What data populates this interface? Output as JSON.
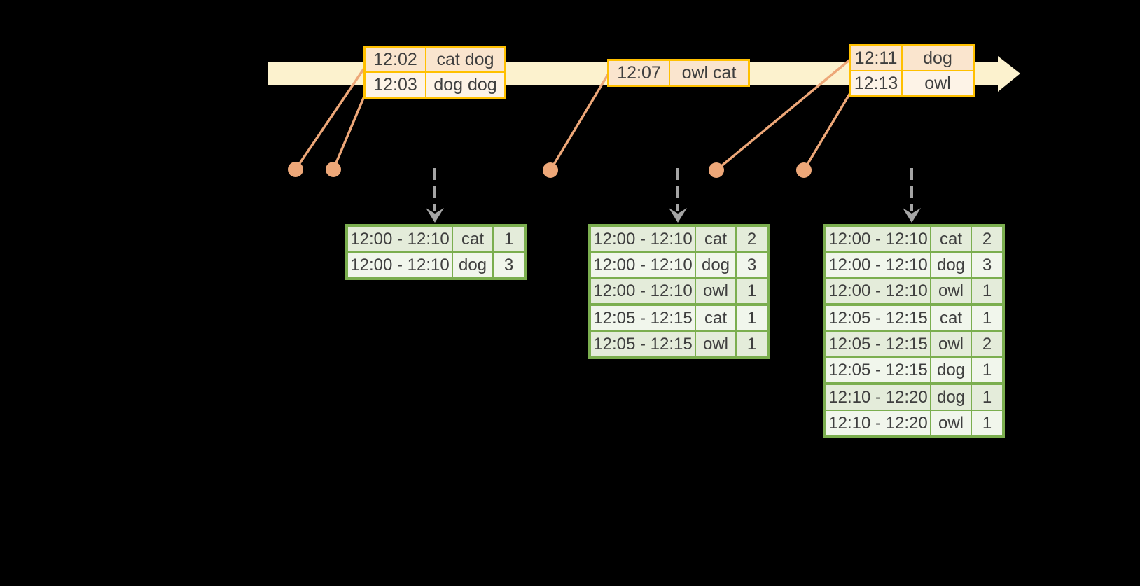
{
  "diagram": {
    "description": "windowed word-count stream diagram",
    "colors": {
      "background": "#000000",
      "timeline_band": "#FCF2CE",
      "event_table_border": "#FFC000",
      "event_row_dark": "#FAE5CE",
      "event_row_light": "#FDF3E7",
      "connector": "#EDA778",
      "result_table_border": "#7BAE4F",
      "result_row_dark": "#E4ECDA",
      "result_row_light": "#F1F6EC",
      "trigger_arrow": "#A5A5A5",
      "text": "#3F3F3F"
    },
    "icons": {
      "timeline_arrowhead": "right-arrow",
      "trigger_arrowhead": "down-arrow",
      "event_marker": "dot"
    },
    "timeline_events": [
      {
        "time": "12:02",
        "words": "cat dog"
      },
      {
        "time": "12:03",
        "words": "dog dog"
      },
      {
        "time": "12:07",
        "words": "owl cat"
      },
      {
        "time": "12:11",
        "words": "dog"
      },
      {
        "time": "12:13",
        "words": "owl"
      }
    ],
    "event_tables": [
      {
        "rows": [
          [
            "12:02",
            "cat dog"
          ],
          [
            "12:03",
            "dog dog"
          ]
        ]
      },
      {
        "rows": [
          [
            "12:07",
            "owl cat"
          ]
        ]
      },
      {
        "rows": [
          [
            "12:11",
            "dog"
          ],
          [
            "12:13",
            "owl"
          ]
        ]
      }
    ],
    "result_tables": [
      {
        "rows": [
          [
            "12:00 - 12:10",
            "cat",
            "1"
          ],
          [
            "12:00 - 12:10",
            "dog",
            "3"
          ]
        ]
      },
      {
        "rows": [
          [
            "12:00 - 12:10",
            "cat",
            "2"
          ],
          [
            "12:00 - 12:10",
            "dog",
            "3"
          ],
          [
            "12:00 - 12:10",
            "owl",
            "1"
          ],
          [
            "12:05 - 12:15",
            "cat",
            "1"
          ],
          [
            "12:05 - 12:15",
            "owl",
            "1"
          ]
        ]
      },
      {
        "rows": [
          [
            "12:00 - 12:10",
            "cat",
            "2"
          ],
          [
            "12:00 - 12:10",
            "dog",
            "3"
          ],
          [
            "12:00 - 12:10",
            "owl",
            "1"
          ],
          [
            "12:05 - 12:15",
            "cat",
            "1"
          ],
          [
            "12:05 - 12:15",
            "owl",
            "2"
          ],
          [
            "12:05 - 12:15",
            "dog",
            "1"
          ],
          [
            "12:10 - 12:20",
            "dog",
            "1"
          ],
          [
            "12:10 - 12:20",
            "owl",
            "1"
          ]
        ]
      }
    ]
  }
}
